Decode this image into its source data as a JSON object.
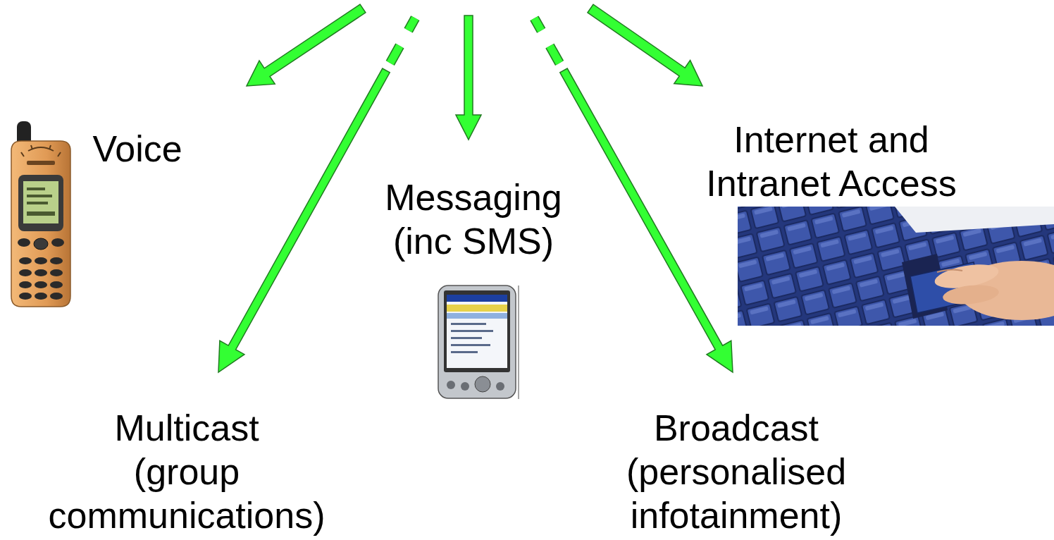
{
  "diagram": {
    "labels": [
      "Voice",
      "Internet and Intranet Access",
      "Messaging (inc SMS)",
      "Multicast (group communications)",
      "Broadcast (personalised infotainment)"
    ]
  }
}
